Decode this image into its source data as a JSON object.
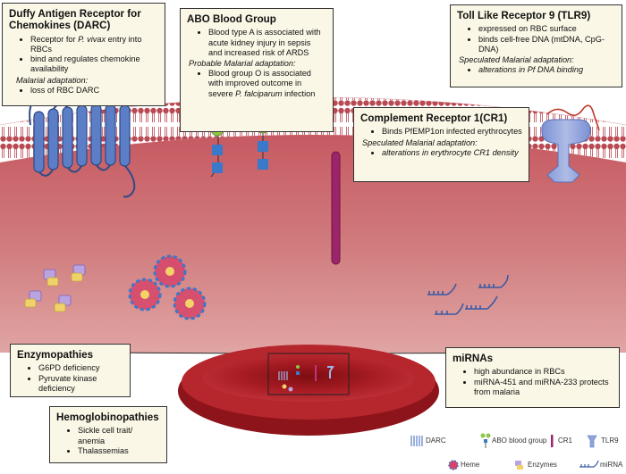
{
  "darc": {
    "title": "Duffy Antigen Receptor for Chemokines (DARC)",
    "b1_pre": "Receptor for ",
    "b1_it": "P. vivax",
    "b1_post": " entry into RBCs",
    "b2": "bind and regulates chemokine availability",
    "sub": "Malarial adaptation:",
    "b3": "loss of RBC DARC"
  },
  "abo": {
    "title": "ABO Blood Group",
    "b1": "Blood type A is associated with acute kidney injury in sepsis and increased risk of ARDS",
    "sub": "Probable Malarial adaptation:",
    "b2_pre": "Blood group O is associated with improved outcome in severe ",
    "b2_it": "P. falciparum",
    "b2_post": " infection"
  },
  "tlr9": {
    "title": "Toll Like Receptor 9 (TLR9)",
    "b1": "expressed on RBC surface",
    "b2": "binds cell-free DNA (mtDNA, CpG-DNA)",
    "sub": "Speculated Malarial adaptation:",
    "b3": "alterations in Pf DNA binding"
  },
  "cr1": {
    "title": "Complement Receptor 1(CR1)",
    "b1": "Binds PfEMP1on infected erythrocytes",
    "sub": "Speculated Malarial adaptation:",
    "b2": "alterations in erythrocyte CR1 density"
  },
  "enzymo": {
    "title": "Enzymopathies",
    "b1": "G6PD deficiency",
    "b2": "Pyruvate kinase deficiency"
  },
  "hemo": {
    "title": "Hemoglobinopathies",
    "b1": "Sickle cell trait/ anemia",
    "b2": "Thalassemias"
  },
  "mirnas": {
    "title": "miRNAs",
    "b1": "high abundance in RBCs",
    "b2": "miRNA-451 and miRNA-233 protects from malaria"
  },
  "legend": {
    "darc": "DARC",
    "abo": "ABO blood group",
    "cr1": "CR1",
    "tlr9": "TLR9",
    "heme": "Heme",
    "enzymes": "Enzymes",
    "mirna": "miRNA"
  },
  "colors": {
    "box_bg": "#fbf7e6",
    "membrane_pink": "#c9555e",
    "cytoplasm": "#c96a6f",
    "darc_blue": "#5b7ec7",
    "abo_green": "#8fc64a",
    "abo_blue": "#3a78c9",
    "cr1_purple": "#9c2469",
    "tlr9_blue": "#8fa6dc",
    "rbc_red": "#9e1b22"
  }
}
